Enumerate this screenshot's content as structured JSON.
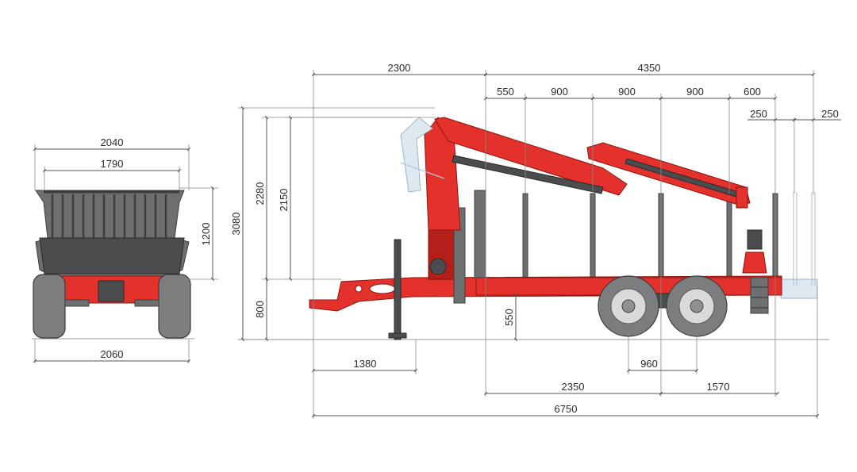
{
  "front_view": {
    "overall_width": "2040",
    "inner_width": "1790",
    "bunk_height": "1200",
    "track_width": "2060"
  },
  "side_view": {
    "crane_offset": "2300",
    "front_to_rear": "4350",
    "stake_spacing": [
      "550",
      "900",
      "900",
      "900",
      "600"
    ],
    "extension_steps": [
      "250",
      "250"
    ],
    "total_height": "3080",
    "crane_height": "2280",
    "stake_height": "2150",
    "frame_height": "800",
    "ground_clearance": "550",
    "hitch_to_outrigger": "1380",
    "axle_spacing": "960",
    "front_to_axle": "2350",
    "axle_to_rear": "1570",
    "total_length": "6750"
  },
  "colors": {
    "body": "#e4312b",
    "frame_grey": "#6d6f70",
    "ghost_extension": "#dde8f0"
  }
}
